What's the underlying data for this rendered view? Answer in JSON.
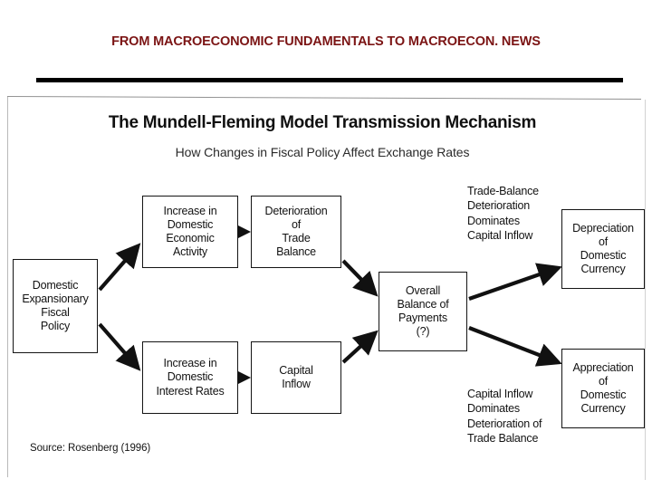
{
  "slide": {
    "heading": "FROM MACROECONOMIC FUNDAMENTALS TO  MACROECON. NEWS",
    "heading_color": "#7b1414",
    "rule_color": "#000000"
  },
  "figure": {
    "title": "The Mundell-Fleming Model Transmission Mechanism",
    "subtitle": "How Changes in Fiscal Policy Affect Exchange Rates",
    "source": "Source: Rosenberg (1996)",
    "nodes": [
      {
        "id": "policy",
        "label": "Domestic\nExpansionary\nFiscal\nPolicy"
      },
      {
        "id": "activity",
        "label": "Increase in\nDomestic\nEconomic\nActivity"
      },
      {
        "id": "trade",
        "label": "Deterioration\nof\nTrade\nBalance"
      },
      {
        "id": "rates",
        "label": "Increase in\nDomestic\nInterest Rates"
      },
      {
        "id": "capital",
        "label": "Capital\nInflow"
      },
      {
        "id": "bop",
        "label": "Overall\nBalance of\nPayments\n(?)"
      },
      {
        "id": "depreciation",
        "label": "Depreciation\nof\nDomestic\nCurrency"
      },
      {
        "id": "appreciation",
        "label": "Appreciation\nof\nDomestic\nCurrency"
      }
    ],
    "captions": [
      {
        "id": "trade-dominates",
        "label": "Trade-Balance\nDeterioration\nDominates\nCapital Inflow"
      },
      {
        "id": "capital-dominates",
        "label": "Capital Inflow\nDominates\nDeterioration of\nTrade Balance"
      }
    ],
    "edges": [
      {
        "from": "policy",
        "to": "activity"
      },
      {
        "from": "policy",
        "to": "rates"
      },
      {
        "from": "activity",
        "to": "trade"
      },
      {
        "from": "rates",
        "to": "capital"
      },
      {
        "from": "trade",
        "to": "bop"
      },
      {
        "from": "capital",
        "to": "bop"
      },
      {
        "from": "bop",
        "to": "depreciation"
      },
      {
        "from": "bop",
        "to": "appreciation"
      }
    ]
  }
}
